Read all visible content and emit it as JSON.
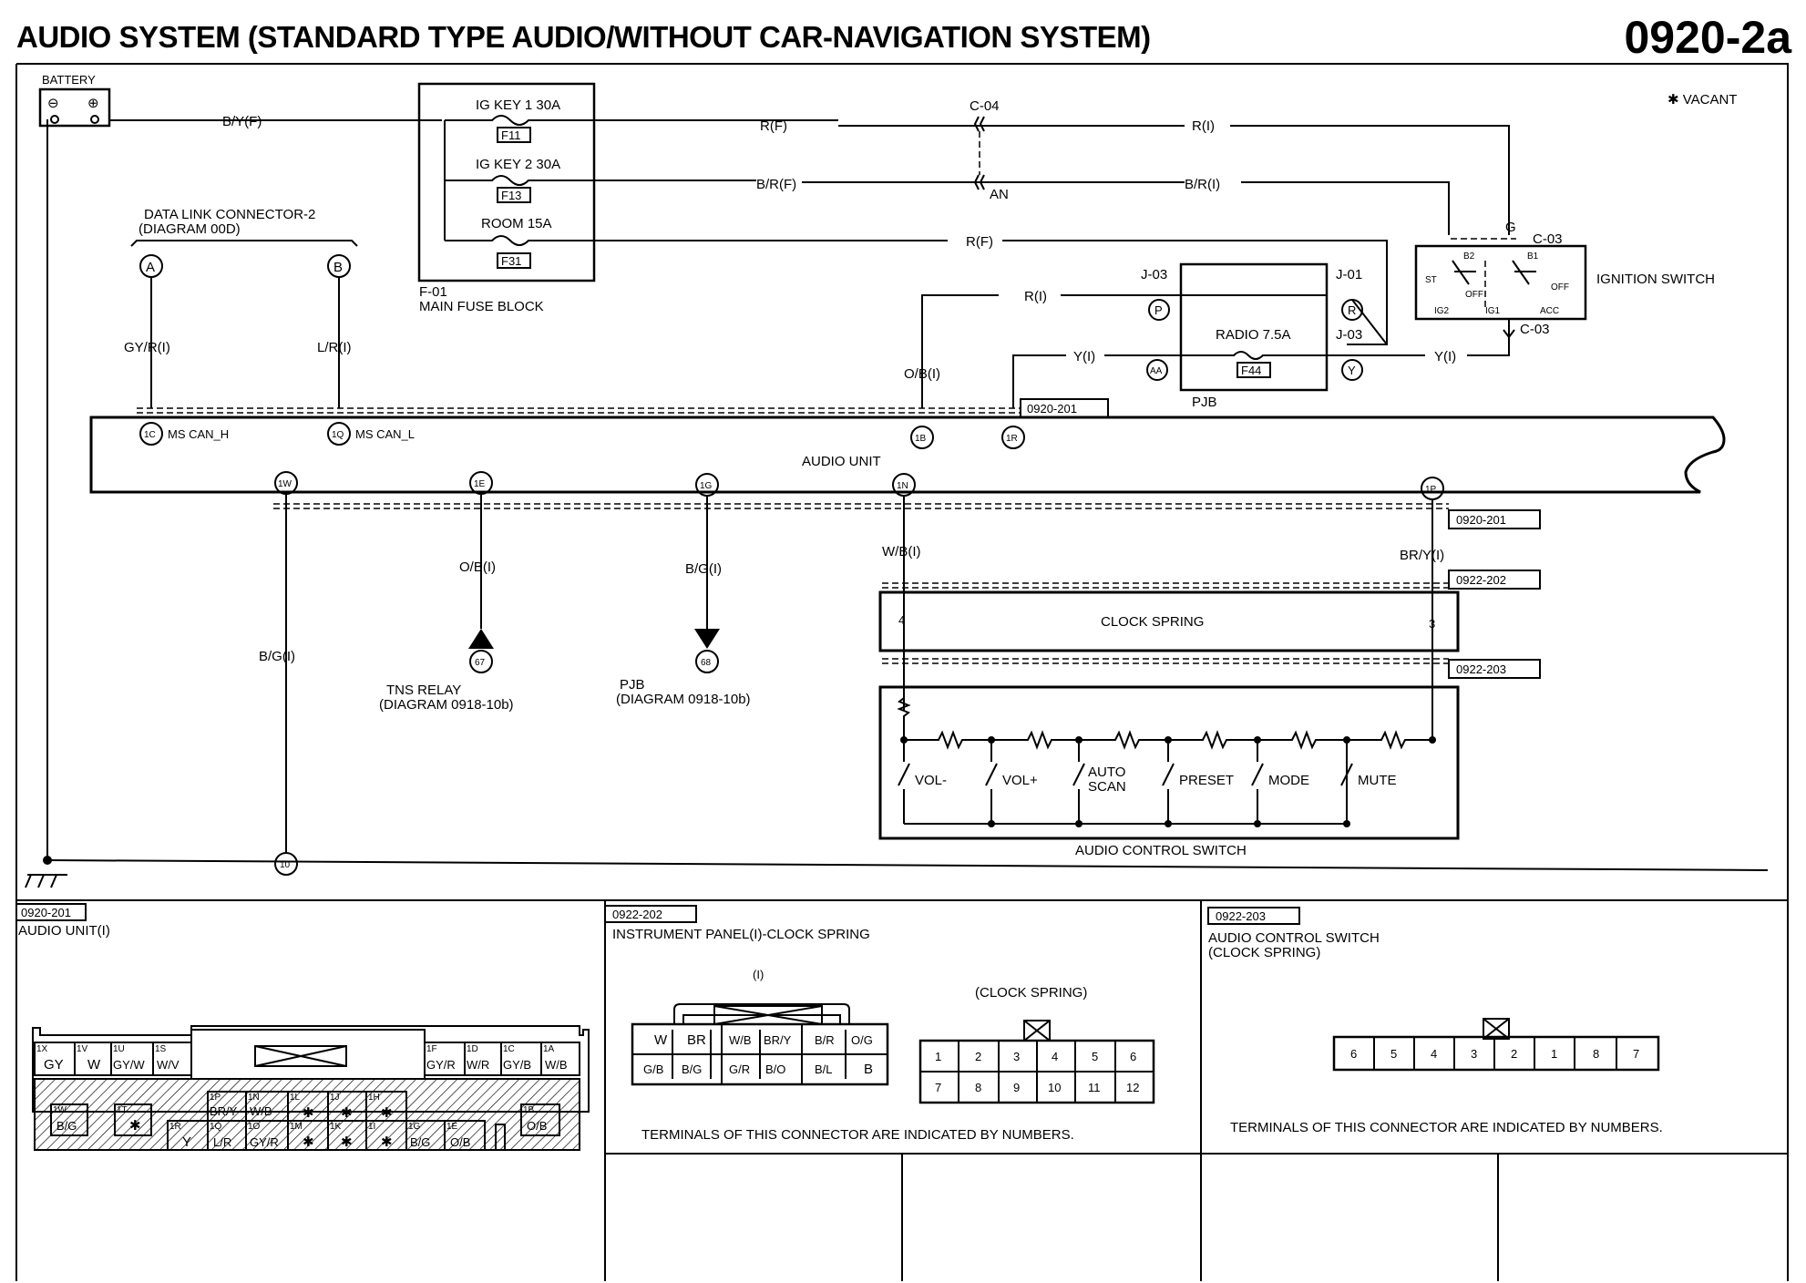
{
  "header": {
    "title": "AUDIO SYSTEM (STANDARD TYPE AUDIO/WITHOUT CAR-NAVIGATION SYSTEM)",
    "number": "0920-2a"
  },
  "legend": {
    "vacant": "✱ VACANT"
  },
  "battery": {
    "label": "BATTERY",
    "neg": "⊖",
    "pos": "⊕"
  },
  "fuse_block": {
    "id": "F-01",
    "name": "MAIN FUSE BLOCK",
    "fuses": [
      {
        "label": "IG KEY 1 30A",
        "code": "F11"
      },
      {
        "label": "IG KEY 2 30A",
        "code": "F13"
      },
      {
        "label": "ROOM 15A",
        "code": "F31"
      }
    ]
  },
  "wires": {
    "by_f": "B/Y(F)",
    "r_f": "R(F)",
    "r_i": "R(I)",
    "br_f": "B/R(F)",
    "br_i": "B/R(I)",
    "r_f2": "R(F)",
    "r_i2": "R(I)",
    "y_i": "Y(I)",
    "y_i2": "Y(I)",
    "gyr": "GY/R(I)",
    "lr": "L/R(I)",
    "ob_top": "O/B(I)",
    "bg_left": "B/G(I)",
    "ob_relay": "O/B(I)",
    "bg_pjb": "B/G(I)",
    "wb": "W/B(I)",
    "bry": "BR/Y(I)"
  },
  "connectors": {
    "c04": "C-04",
    "an": "AN",
    "c03_top": "C-03",
    "c03_bot": "C-03",
    "g": "G",
    "j03a": "J-03",
    "j01": "J-01",
    "j03b": "J-03"
  },
  "data_link": {
    "name": "DATA LINK CONNECTOR-2",
    "diagram": "(DIAGRAM 00D)",
    "pin_a": "A",
    "pin_b": "B"
  },
  "ignition": {
    "label": "IGNITION SWITCH",
    "b2": "B2",
    "b1": "B1",
    "st": "ST",
    "off": "OFF",
    "off2": "OFF",
    "ig2": "IG2",
    "ig1": "IG1",
    "acc": "ACC"
  },
  "pjb": {
    "fuse": "RADIO 7.5A",
    "code": "F44",
    "name": "PJB",
    "pin_p": "P",
    "pin_r": "R",
    "pin_aa": "AA",
    "pin_y": "Y"
  },
  "audio_unit": {
    "name": "AUDIO UNIT",
    "ms_can_h": "MS CAN_H",
    "ms_can_l": "MS CAN_L",
    "pins": {
      "1c": "1C",
      "1q": "1Q",
      "1b": "1B",
      "1r": "1R",
      "1w": "1W",
      "1e": "1E",
      "1g": "1G",
      "1n": "1N",
      "1p": "1P"
    }
  },
  "refs": {
    "r1": "0920-201",
    "r2": "0920-201",
    "r3": "0922-202",
    "r4": "0922-203"
  },
  "tns": {
    "node": "67",
    "name": "TNS RELAY",
    "diagram": "(DIAGRAM 0918-10b)"
  },
  "pjb_ref": {
    "node": "68",
    "name": "PJB",
    "diagram": "(DIAGRAM 0918-10b)"
  },
  "ground_node": "10",
  "clock_spring": {
    "name": "CLOCK SPRING",
    "pin_left": "4",
    "pin_right": "3"
  },
  "control_switch": {
    "name": "AUDIO CONTROL SWITCH",
    "switches": [
      "VOL-",
      "VOL+",
      "AUTO",
      "SCAN",
      "PRESET",
      "MODE",
      "MUTE"
    ]
  },
  "panels": {
    "p1": {
      "ref": "0920-201",
      "title": "AUDIO UNIT(I)",
      "top_left": [
        {
          "pin": "1X",
          "val": "GY"
        },
        {
          "pin": "1V",
          "val": "W"
        },
        {
          "pin": "1U",
          "val": "GY/W"
        },
        {
          "pin": "1S",
          "val": "W/V"
        }
      ],
      "top_right": [
        {
          "pin": "1F",
          "val": "GY/R"
        },
        {
          "pin": "1D",
          "val": "W/R"
        },
        {
          "pin": "1C",
          "val": "GY/B"
        },
        {
          "pin": "1A",
          "val": "W/B"
        }
      ],
      "mid": [
        {
          "pin": "1P",
          "val": "BR/Y"
        },
        {
          "pin": "1N",
          "val": "W/B"
        },
        {
          "pin": "1L",
          "val": "✱"
        },
        {
          "pin": "1J",
          "val": "✱"
        },
        {
          "pin": "1H",
          "val": "✱"
        }
      ],
      "bot": [
        {
          "pin": "1R",
          "val": "Y"
        },
        {
          "pin": "1Q",
          "val": "L/R"
        },
        {
          "pin": "1O",
          "val": "GY/R"
        },
        {
          "pin": "1M",
          "val": "✱"
        },
        {
          "pin": "1K",
          "val": "✱"
        },
        {
          "pin": "1I",
          "val": "✱"
        },
        {
          "pin": "1G",
          "val": "B/G"
        },
        {
          "pin": "1E",
          "val": "O/B"
        }
      ],
      "w": {
        "pin": "1W",
        "val": "B/G"
      },
      "t": {
        "pin": "1T",
        "val": "✱"
      },
      "b": {
        "pin": "1B",
        "val": "O/B"
      }
    },
    "p2": {
      "ref": "0922-202",
      "title": "INSTRUMENT PANEL(I)-CLOCK SPRING",
      "sub_i": "(I)",
      "sub_cs": "(CLOCK SPRING)",
      "left_top": [
        "W",
        "BR",
        "W/B",
        "BR/Y",
        "B/R",
        "O/G"
      ],
      "left_bot": [
        "G/B",
        "B/G",
        "G/R",
        "B/O",
        "B/L",
        "B"
      ],
      "right_top": [
        "1",
        "2",
        "3",
        "4",
        "5",
        "6"
      ],
      "right_bot": [
        "7",
        "8",
        "9",
        "10",
        "11",
        "12"
      ],
      "note": "TERMINALS OF THIS CONNECTOR ARE INDICATED BY NUMBERS."
    },
    "p3": {
      "ref": "0922-203",
      "title": "AUDIO CONTROL SWITCH",
      "title2": "(CLOCK SPRING)",
      "row": [
        "6",
        "5",
        "4",
        "3",
        "2",
        "1",
        "8",
        "7"
      ],
      "note": "TERMINALS OF THIS CONNECTOR ARE INDICATED BY NUMBERS."
    }
  }
}
